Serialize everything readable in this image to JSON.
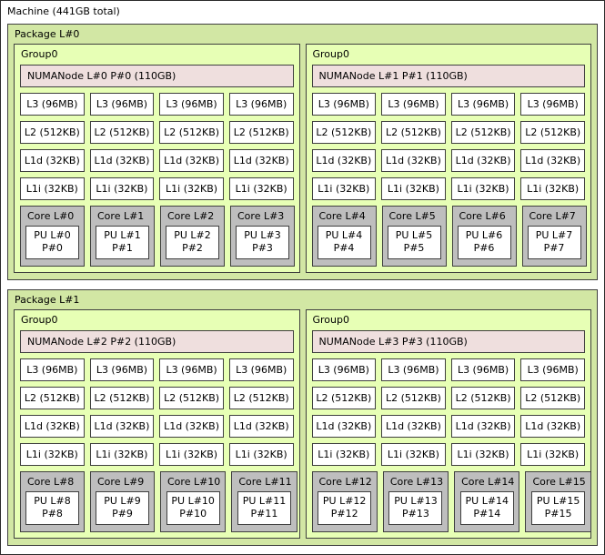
{
  "machine": {
    "label": "Machine (441GB total)",
    "packages": [
      {
        "label": "Package L#0",
        "groups": [
          {
            "label": "Group0",
            "numanode_label": "NUMANode L#0 P#0 (110GB)",
            "cores": [
              {
                "label": "Core L#0",
                "pu_logical": "PU L#0",
                "pu_physical": "P#0"
              },
              {
                "label": "Core L#1",
                "pu_logical": "PU L#1",
                "pu_physical": "P#1"
              },
              {
                "label": "Core L#2",
                "pu_logical": "PU L#2",
                "pu_physical": "P#2"
              },
              {
                "label": "Core L#3",
                "pu_logical": "PU L#3",
                "pu_physical": "P#3"
              }
            ]
          },
          {
            "label": "Group0",
            "numanode_label": "NUMANode L#1 P#1 (110GB)",
            "cores": [
              {
                "label": "Core L#4",
                "pu_logical": "PU L#4",
                "pu_physical": "P#4"
              },
              {
                "label": "Core L#5",
                "pu_logical": "PU L#5",
                "pu_physical": "P#5"
              },
              {
                "label": "Core L#6",
                "pu_logical": "PU L#6",
                "pu_physical": "P#6"
              },
              {
                "label": "Core L#7",
                "pu_logical": "PU L#7",
                "pu_physical": "P#7"
              }
            ]
          }
        ]
      },
      {
        "label": "Package L#1",
        "groups": [
          {
            "label": "Group0",
            "numanode_label": "NUMANode L#2 P#2 (110GB)",
            "cores": [
              {
                "label": "Core L#8",
                "pu_logical": "PU L#8",
                "pu_physical": "P#8"
              },
              {
                "label": "Core L#9",
                "pu_logical": "PU L#9",
                "pu_physical": "P#9"
              },
              {
                "label": "Core L#10",
                "pu_logical": "PU L#10",
                "pu_physical": "P#10"
              },
              {
                "label": "Core L#11",
                "pu_logical": "PU L#11",
                "pu_physical": "P#11"
              }
            ]
          },
          {
            "label": "Group0",
            "numanode_label": "NUMANode L#3 P#3 (110GB)",
            "cores": [
              {
                "label": "Core L#12",
                "pu_logical": "PU L#12",
                "pu_physical": "P#12"
              },
              {
                "label": "Core L#13",
                "pu_logical": "PU L#13",
                "pu_physical": "P#13"
              },
              {
                "label": "Core L#14",
                "pu_logical": "PU L#14",
                "pu_physical": "P#14"
              },
              {
                "label": "Core L#15",
                "pu_logical": "PU L#15",
                "pu_physical": "P#15"
              }
            ]
          }
        ]
      }
    ]
  },
  "cache_levels": [
    {
      "name": "l3",
      "label": "L3 (96MB)"
    },
    {
      "name": "l2",
      "label": "L2 (512KB)"
    },
    {
      "name": "l1d",
      "label": "L1d (32KB)"
    },
    {
      "name": "l1i",
      "label": "L1i (32KB)"
    }
  ],
  "cache_columns_per_group": 4,
  "colors": {
    "machine_fill": "#ffffff",
    "package_fill": "#d2e7a4",
    "group_fill": "#e7ffb5",
    "numanode_fill": "#efdfde",
    "cache_fill": "#ffffff",
    "core_fill": "#bebebe",
    "pu_fill": "#ffffff",
    "border": "#3f3f3f",
    "outer_border": "#2a2a2a"
  }
}
